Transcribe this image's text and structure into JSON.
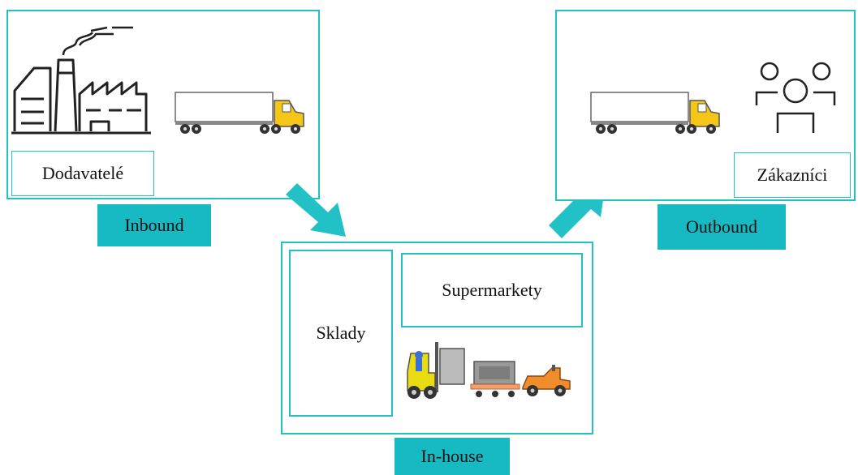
{
  "inbound": {
    "supplier_label": "Dodavatelé",
    "tag": "Inbound",
    "icons": [
      "factory-icon",
      "truck-icon"
    ]
  },
  "inhouse": {
    "warehouse_label": "Sklady",
    "supermarket_label": "Supermarkety",
    "tag": "In-house",
    "icons": [
      "forklift-icon",
      "pallet-icon",
      "tugger-icon"
    ]
  },
  "outbound": {
    "customer_label": "Zákazníci",
    "tag": "Outbound",
    "icons": [
      "truck-icon",
      "customers-icon"
    ]
  },
  "colors": {
    "accent": "#21c1c6",
    "tag_fill": "#17b9c2",
    "truck_cab": "#f5c518"
  }
}
